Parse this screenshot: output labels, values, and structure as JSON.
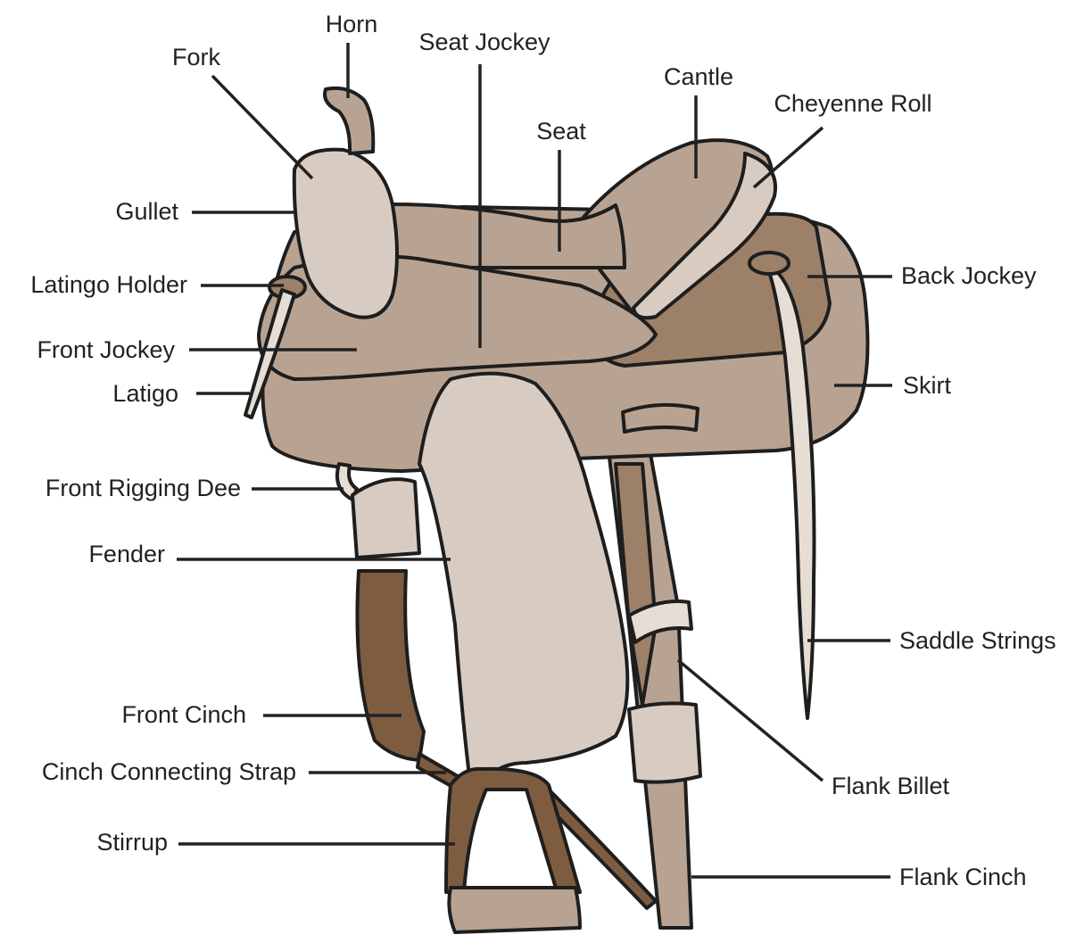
{
  "colors": {
    "outline": "#1e1e1e",
    "light_leather": "#d8ccc2",
    "mid_leather": "#b8a392",
    "dark_leather": "#9d8068",
    "darkest_leather": "#7e5c40",
    "lace": "#e6ddd4"
  },
  "labels": {
    "horn": "Horn",
    "fork": "Fork",
    "seat_jockey": "Seat Jockey",
    "cantle": "Cantle",
    "cheyenne_roll": "Cheyenne Roll",
    "seat": "Seat",
    "gullet": "Gullet",
    "latigo_holder": "Latingo Holder",
    "back_jockey": "Back Jockey",
    "front_jockey": "Front Jockey",
    "latigo": "Latigo",
    "skirt": "Skirt",
    "front_rigging_dee": "Front Rigging Dee",
    "fender": "Fender",
    "saddle_strings": "Saddle Strings",
    "front_cinch": "Front Cinch",
    "cinch_connecting_strap": "Cinch Connecting Strap",
    "flank_billet": "Flank Billet",
    "stirrup": "Stirrup",
    "flank_cinch": "Flank Cinch"
  }
}
